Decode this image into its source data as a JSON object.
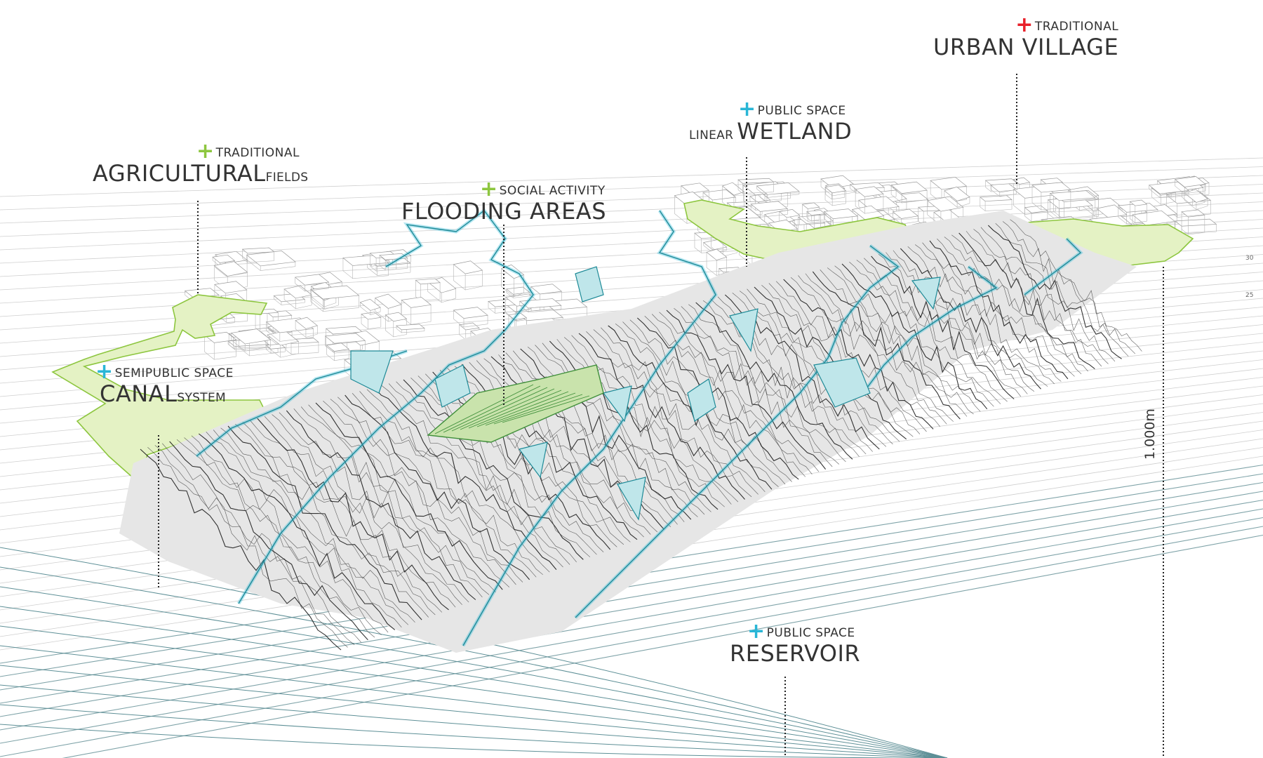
{
  "colors": {
    "accent_green": "#8dc63f",
    "accent_cyan": "#29b6d6",
    "accent_red": "#e8202a",
    "field_fill": "#e4f2c4",
    "water_fill": "#bfe6ea",
    "terrain_fill": "#e6e6e6",
    "ink": "#222222"
  },
  "labels": {
    "urban_village": {
      "sub": "TRADITIONAL",
      "main": "URBAN VILLAGE",
      "plus_color": "#e8202a",
      "icon": "plus-icon"
    },
    "wetland": {
      "sub": "PUBLIC SPACE",
      "prefix": "LINEAR",
      "main": "WETLAND",
      "plus_color": "#29b6d6",
      "icon": "plus-icon"
    },
    "agricultural": {
      "sub": "TRADITIONAL",
      "main": "AGRICULTURAL",
      "suffix": "FIELDS",
      "plus_color": "#8dc63f",
      "icon": "plus-icon"
    },
    "flooding": {
      "sub": "SOCIAL ACTIVITY",
      "main": "FLOODING AREAS",
      "plus_color": "#8dc63f",
      "icon": "plus-icon"
    },
    "canal": {
      "sub": "SEMIPUBLIC SPACE",
      "main": "CANAL",
      "suffix": "SYSTEM",
      "plus_color": "#29b6d6",
      "icon": "plus-icon"
    },
    "reservoir": {
      "sub": "PUBLIC SPACE",
      "main": "RESERVOIR",
      "plus_color": "#29b6d6",
      "icon": "plus-icon"
    }
  },
  "scale": {
    "height_label": "1.000m",
    "tick_30": "30",
    "tick_25": "25"
  }
}
